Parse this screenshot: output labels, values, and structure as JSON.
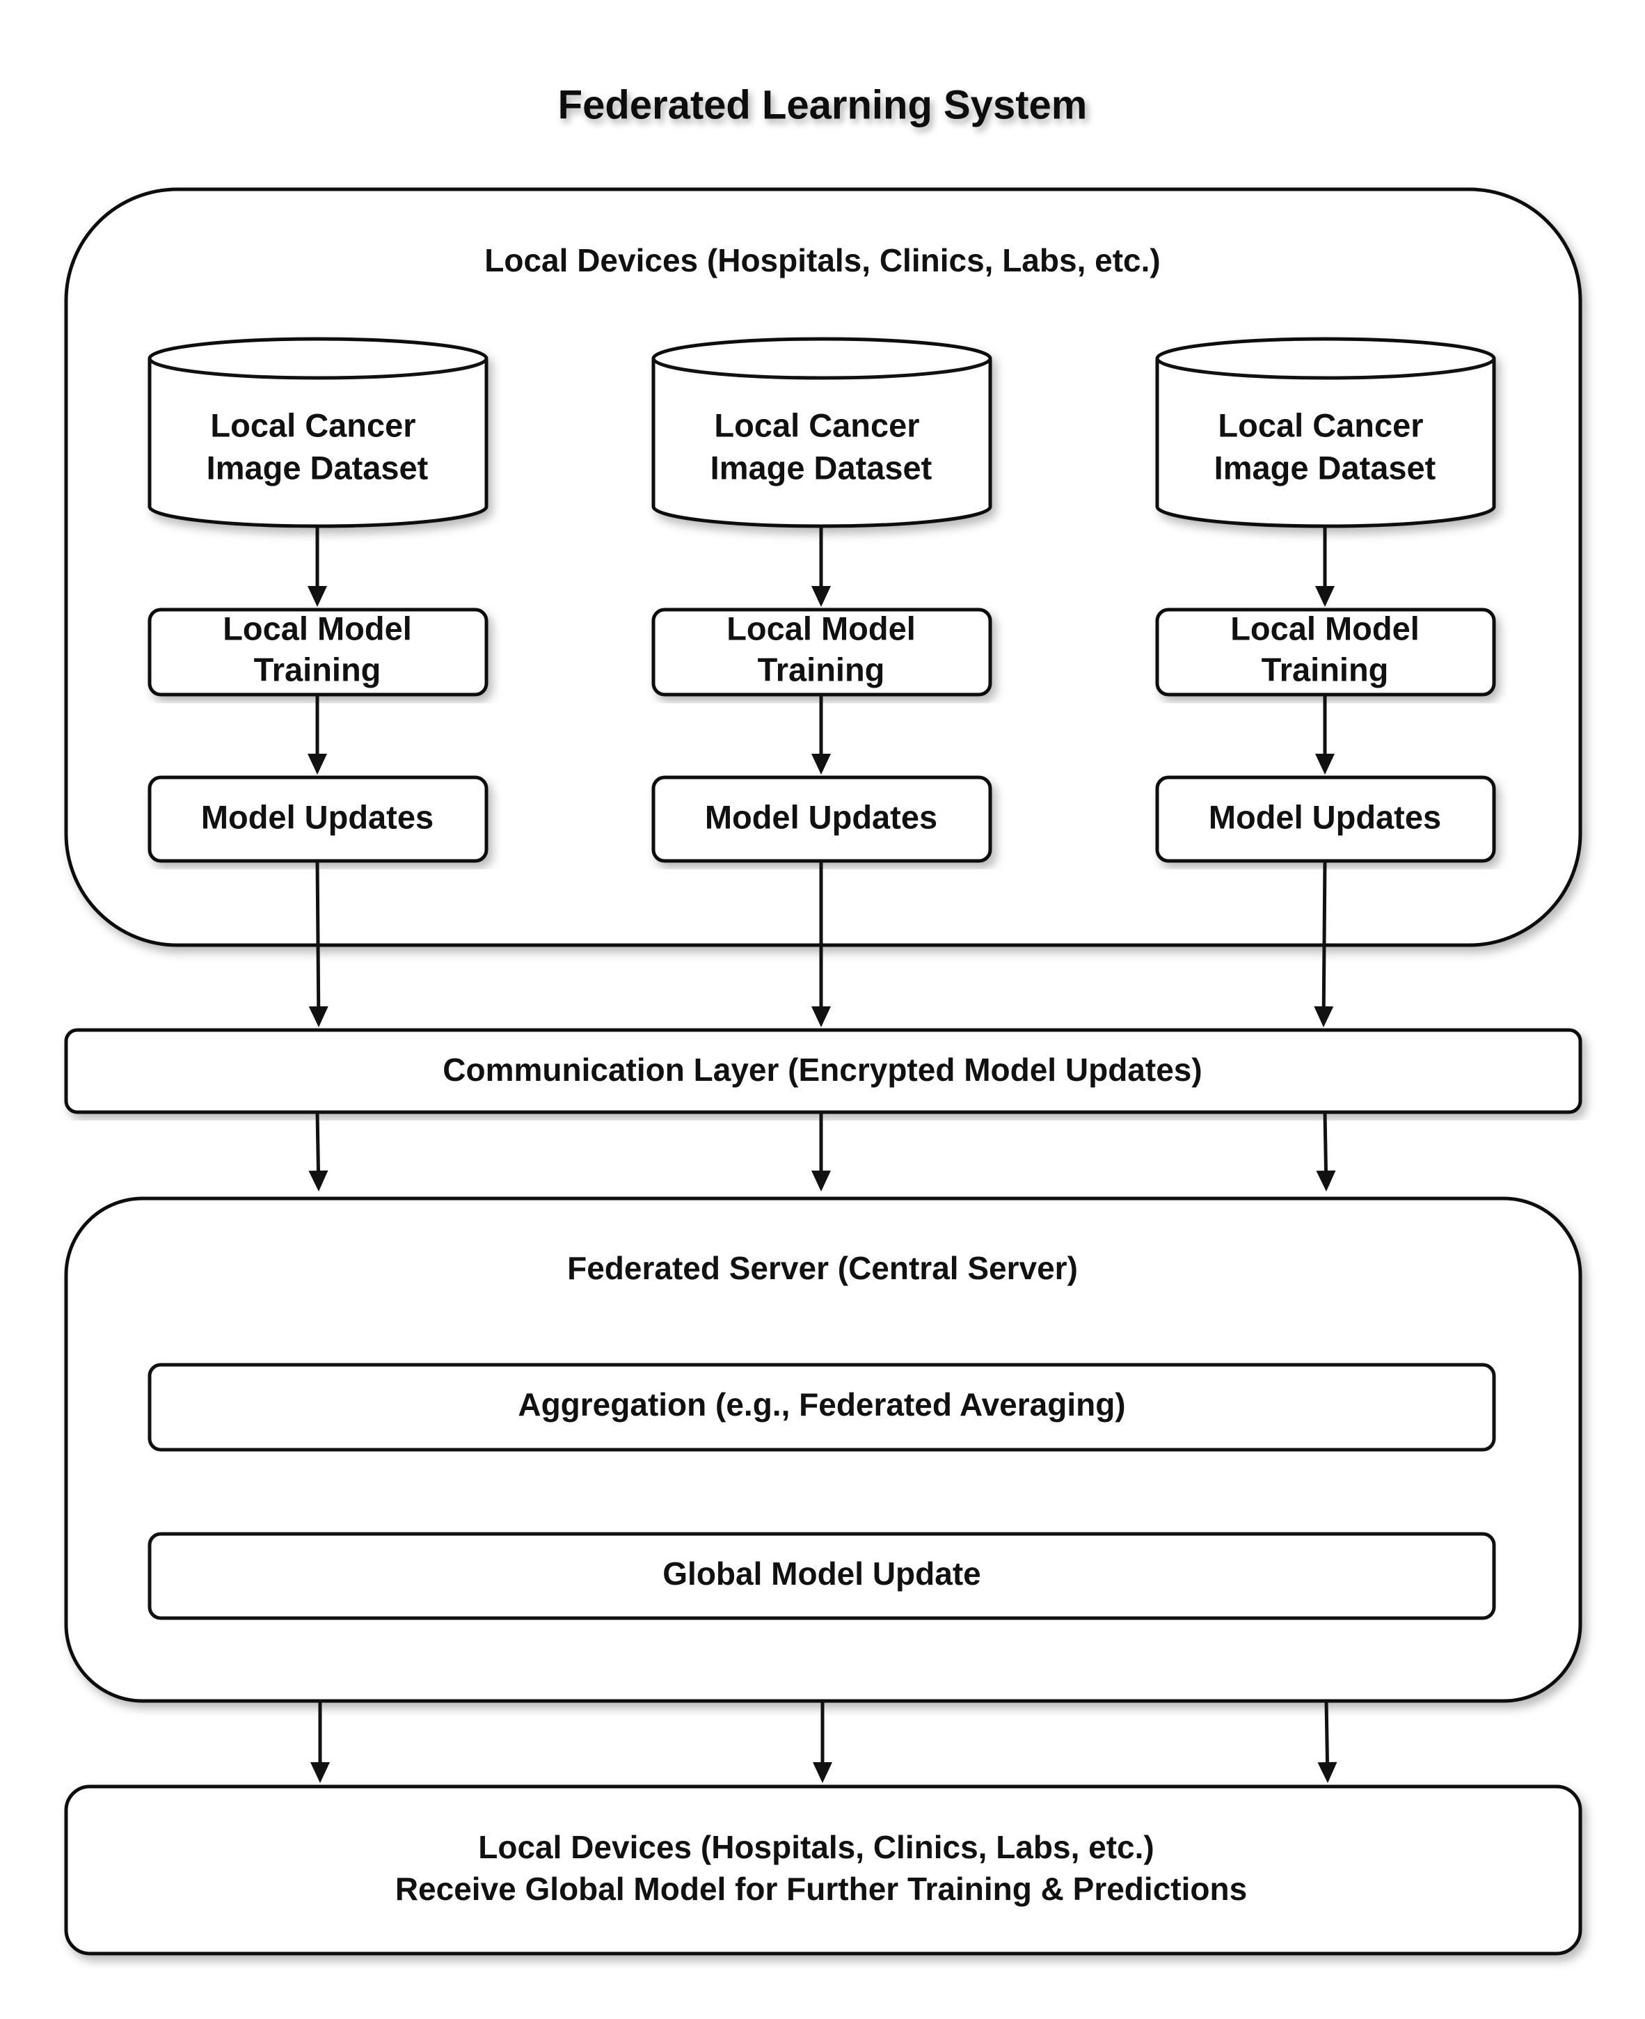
{
  "title": "Federated Learning System",
  "local_devices": {
    "label": "Local Devices (Hospitals, Clinics, Labs, etc.)",
    "columns": [
      {
        "dataset": [
          "Local Cancer",
          "Image Dataset"
        ],
        "training": [
          "Local Model",
          "Training"
        ],
        "updates": "Model Updates"
      },
      {
        "dataset": [
          "Local Cancer",
          "Image Dataset"
        ],
        "training": [
          "Local Model",
          "Training"
        ],
        "updates": "Model Updates"
      },
      {
        "dataset": [
          "Local Cancer",
          "Image Dataset"
        ],
        "training": [
          "Local Model",
          "Training"
        ],
        "updates": "Model Updates"
      }
    ]
  },
  "communication_layer": {
    "label": "Communication Layer (Encrypted Model Updates)"
  },
  "federated_server": {
    "label": "Federated Server (Central Server)",
    "aggregation": "Aggregation (e.g., Federated Averaging)",
    "global_update": "Global Model Update"
  },
  "receivers": {
    "line1": "Local Devices (Hospitals, Clinics, Labs, etc.)",
    "line2": "Receive Global Model for Further Training & Predictions"
  },
  "colors": {
    "stroke": "#111111",
    "fill": "#ffffff",
    "text": "#111111"
  }
}
